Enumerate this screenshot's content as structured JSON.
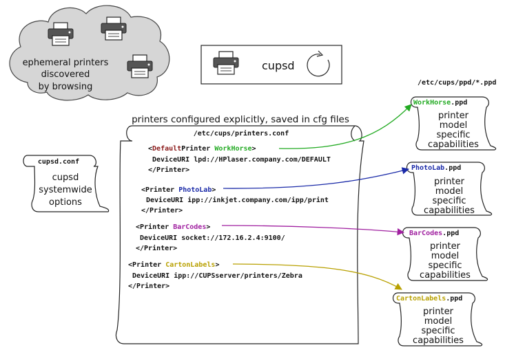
{
  "cloud": {
    "lines": [
      "ephemeral printers",
      "discovered",
      "by browsing"
    ]
  },
  "daemon": {
    "label": "cupsd"
  },
  "ppd_dir": {
    "label": "/etc/cups/ppd/*.ppd"
  },
  "printers_conf": {
    "heading": "printers configured explicitly, saved in cfg files",
    "filename": "/etc/cups/printers.conf",
    "entries": [
      {
        "open_prefix": "<",
        "keyword": "Default",
        "keyword_color": "#8b1a1a",
        "open_mid": "Printer ",
        "name": "WorkHorse",
        "name_color": "#22aa22",
        "open_suffix": ">",
        "uri": "DeviceURI lpd://HPlaser.company.com/DEFAULT",
        "close": "</Printer>"
      },
      {
        "open_prefix": "<Printer ",
        "name": "PhotoLab",
        "name_color": "#1a2aa8",
        "open_suffix": ">",
        "uri": "DeviceURI ipp://inkjet.company.com/ipp/print",
        "close": "</Printer>"
      },
      {
        "open_prefix": "<Printer ",
        "name": "BarCodes",
        "name_color": "#a020a0",
        "open_suffix": ">",
        "uri": "DeviceURI socket://172.16.2.4:9100/",
        "close": "</Printer>"
      },
      {
        "open_prefix": "<Printer ",
        "name": "CartonLabels",
        "name_color": "#b8a000",
        "open_suffix": ">",
        "uri": "DeviceURI ipp://CUPSserver/printers/Zebra",
        "close": "</Printer>"
      }
    ]
  },
  "cupsd_conf": {
    "filename": "cupsd.conf",
    "lines": [
      "cupsd",
      "systemwide",
      "options"
    ]
  },
  "ppd_files": [
    {
      "name": "WorkHorse",
      "ext": ".ppd",
      "name_color": "#22aa22",
      "lines": [
        "printer",
        "model",
        "specific",
        "capabilities"
      ]
    },
    {
      "name": "PhotoLab",
      "ext": ".ppd",
      "name_color": "#1a2aa8",
      "lines": [
        "printer",
        "model",
        "specific",
        "capabilities"
      ]
    },
    {
      "name": "BarCodes",
      "ext": ".ppd",
      "name_color": "#a020a0",
      "lines": [
        "printer",
        "model",
        "specific",
        "capabilities"
      ]
    },
    {
      "name": "CartonLabels",
      "ext": ".ppd",
      "name_color": "#b8a000",
      "lines": [
        "printer",
        "model",
        "specific",
        "capabilities"
      ]
    }
  ],
  "icons": [
    "printer-icon",
    "refresh-cycle-icon",
    "cloud-shape",
    "scroll-shape"
  ],
  "colors": {
    "cloud_fill": "#d6d6d6",
    "stroke": "#222222",
    "workhorse": "#22aa22",
    "photolab": "#1a2aa8",
    "barcodes": "#a020a0",
    "cartonlabels": "#b8a000",
    "default_keyword": "#8b1a1a"
  }
}
